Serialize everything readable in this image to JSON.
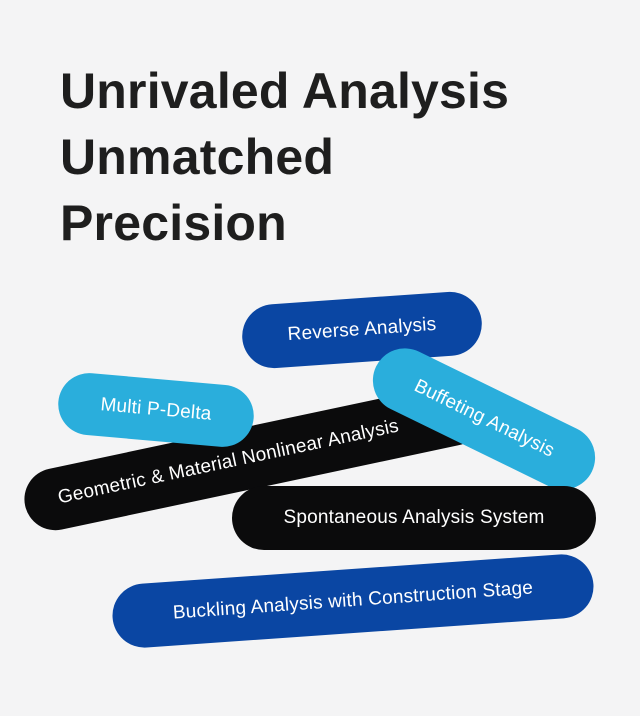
{
  "headline": {
    "lines": [
      "Unrivaled Analysis",
      "Unmatched",
      "Precision"
    ]
  },
  "pills": {
    "geometric": "Geometric & Material Nonlinear Analysis",
    "reverse": "Reverse Analysis",
    "multi_p_delta": "Multi P-Delta",
    "buffeting": "Buffeting Analysis",
    "spontaneous": "Spontaneous Analysis System",
    "buckling": "Buckling Analysis with Construction Stage"
  },
  "colors": {
    "background": "#f4f4f5",
    "headline": "#1e1e1e",
    "black_pill": "#0b0b0c",
    "navy_pill": "#0a46a3",
    "sky_pill": "#2aaedc"
  }
}
